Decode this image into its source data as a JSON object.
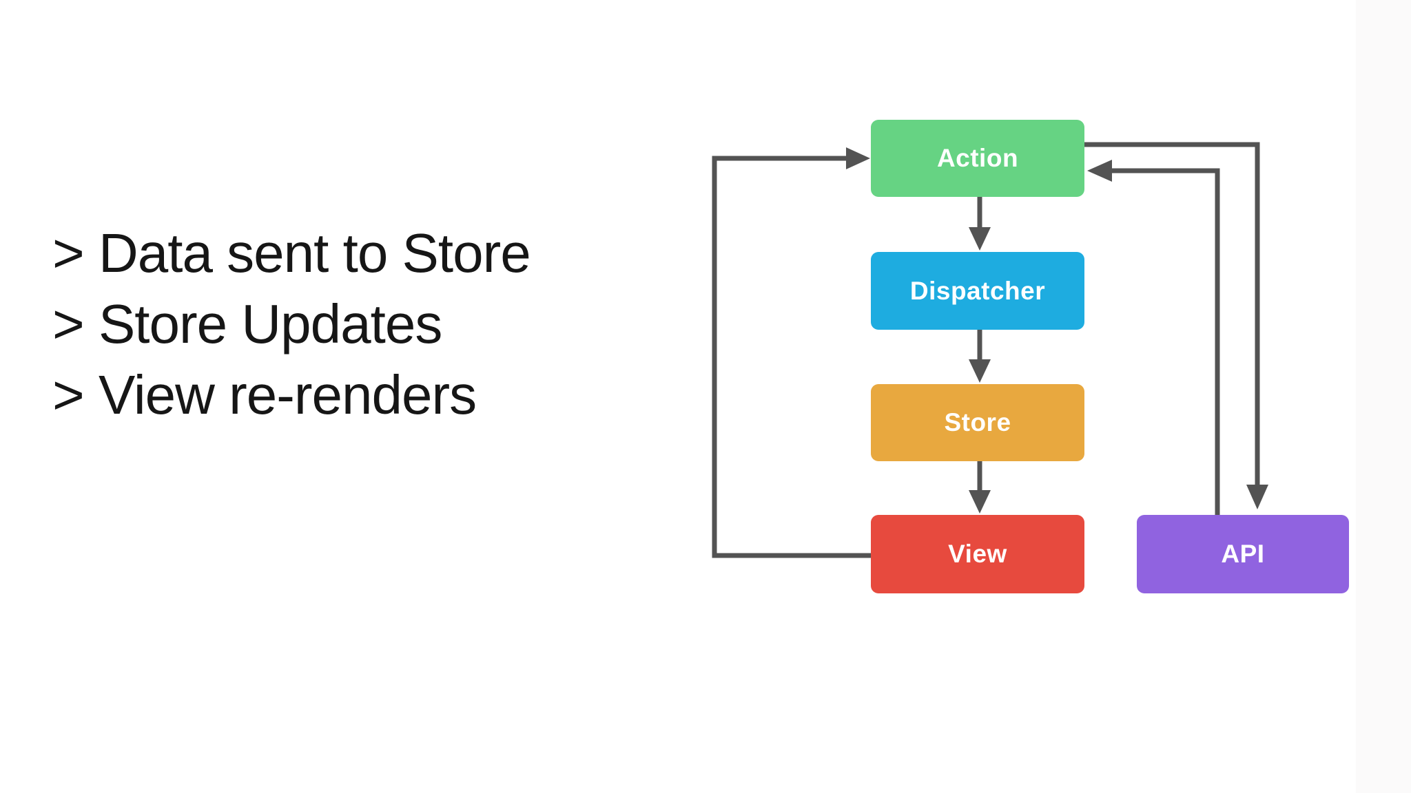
{
  "notes": {
    "items": [
      "> Data sent to Store",
      "> Store Updates",
      "> View re-renders"
    ]
  },
  "diagram": {
    "arrow_color": "#535353",
    "nodes": [
      {
        "id": "action",
        "label": "Action",
        "color": "#66D383"
      },
      {
        "id": "dispatcher",
        "label": "Dispatcher",
        "color": "#1EACE0"
      },
      {
        "id": "store",
        "label": "Store",
        "color": "#E8A83F"
      },
      {
        "id": "view",
        "label": "View",
        "color": "#E74A3E"
      },
      {
        "id": "api",
        "label": "API",
        "color": "#9063E0"
      }
    ],
    "edges": [
      {
        "from": "Action",
        "to": "Dispatcher"
      },
      {
        "from": "Dispatcher",
        "to": "Store"
      },
      {
        "from": "Store",
        "to": "View"
      },
      {
        "from": "View",
        "to": "Action"
      },
      {
        "from": "Action",
        "to": "API"
      },
      {
        "from": "API",
        "to": "Action"
      }
    ]
  }
}
